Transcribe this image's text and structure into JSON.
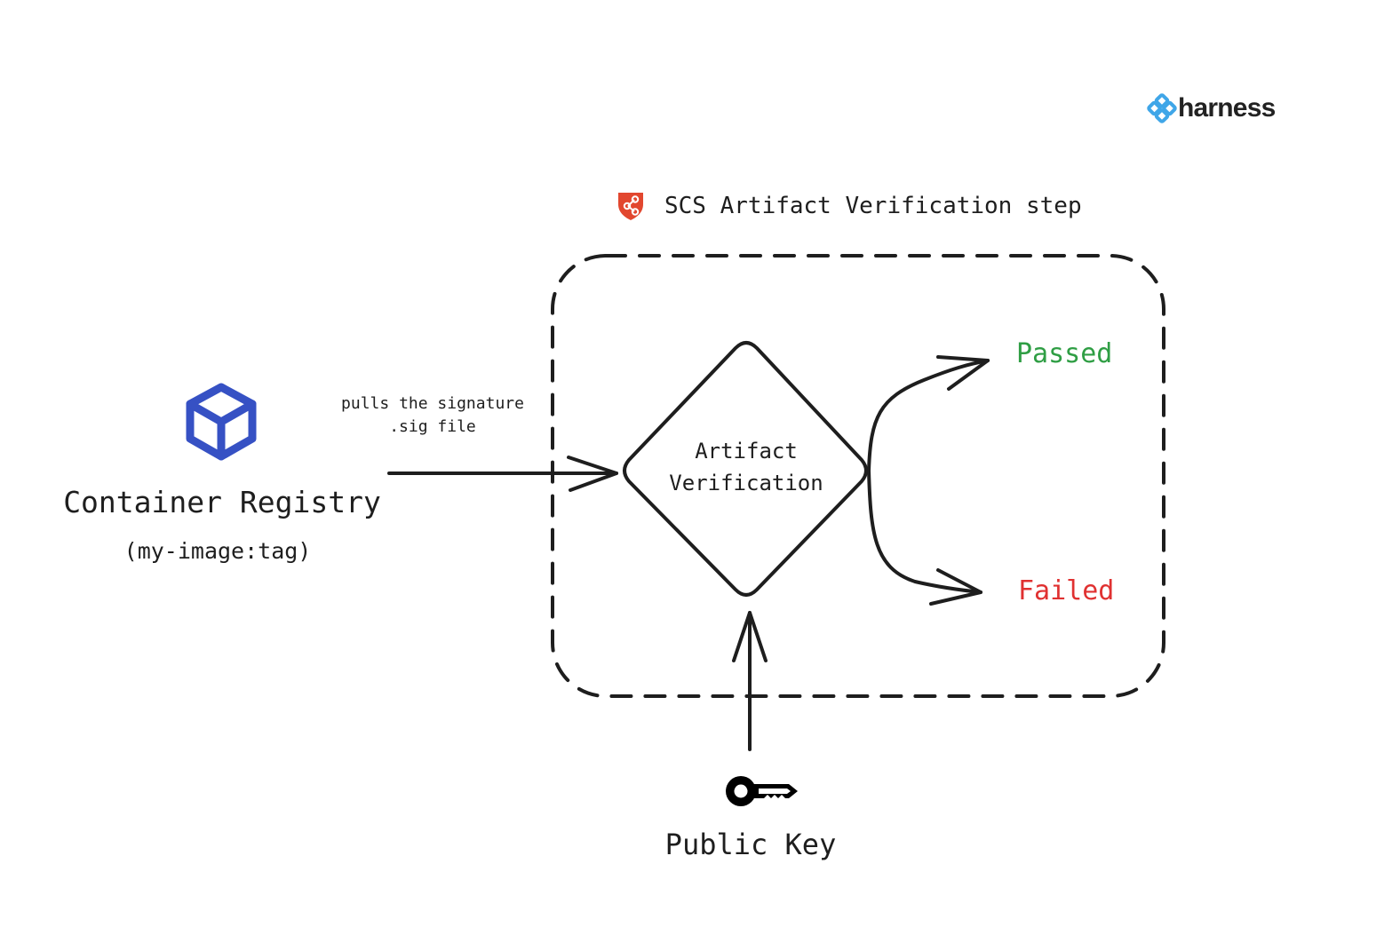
{
  "logo": {
    "text": "harness",
    "color": "#3fa6e8"
  },
  "step": {
    "title": "SCS Artifact Verification step",
    "icon": "shield-share-icon",
    "icon_color": "#e2472f"
  },
  "registry": {
    "name": "Container Registry",
    "tag": "(my-image:tag)",
    "icon": "cube-icon",
    "icon_color": "#3651c4"
  },
  "edge_pull": {
    "line1": "pulls the signature",
    "line2": ".sig file"
  },
  "decision": {
    "line1": "Artifact",
    "line2": "Verification"
  },
  "outcomes": {
    "passed": {
      "label": "Passed",
      "color": "#2f9e44"
    },
    "failed": {
      "label": "Failed",
      "color": "#e03131"
    }
  },
  "key": {
    "label": "Public Key",
    "icon": "key-icon"
  }
}
